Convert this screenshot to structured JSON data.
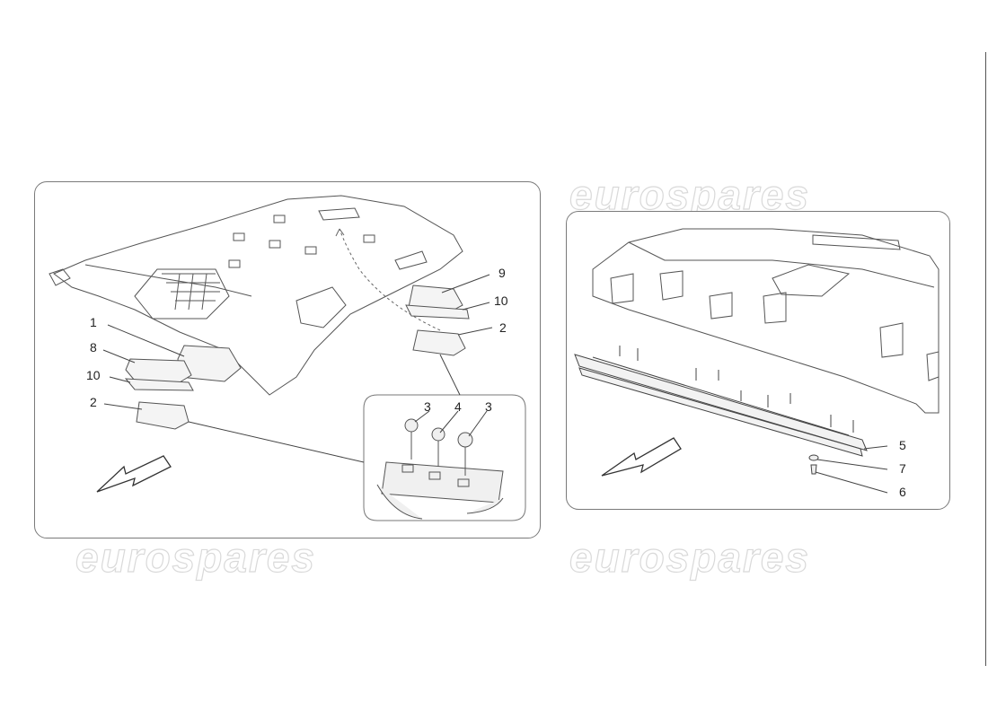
{
  "watermark": {
    "text": "eurospares",
    "color": "#d9d9d9"
  },
  "callouts": {
    "left": [
      {
        "id": "c1",
        "label": "1"
      },
      {
        "id": "c8",
        "label": "8"
      },
      {
        "id": "c10a",
        "label": "10"
      },
      {
        "id": "c2a",
        "label": "2"
      },
      {
        "id": "c9",
        "label": "9"
      },
      {
        "id": "c10b",
        "label": "10"
      },
      {
        "id": "c2b",
        "label": "2"
      },
      {
        "id": "c3a",
        "label": "3"
      },
      {
        "id": "c4",
        "label": "4"
      },
      {
        "id": "c3b",
        "label": "3"
      }
    ],
    "right": [
      {
        "id": "c5",
        "label": "5"
      },
      {
        "id": "c7",
        "label": "7"
      },
      {
        "id": "c6",
        "label": "6"
      }
    ]
  },
  "icons": {
    "direction_arrow": "front-direction-arrow-icon"
  },
  "colors": {
    "line": "#444444",
    "part_stroke": "#555555",
    "panel_border": "#7a7a7a"
  }
}
